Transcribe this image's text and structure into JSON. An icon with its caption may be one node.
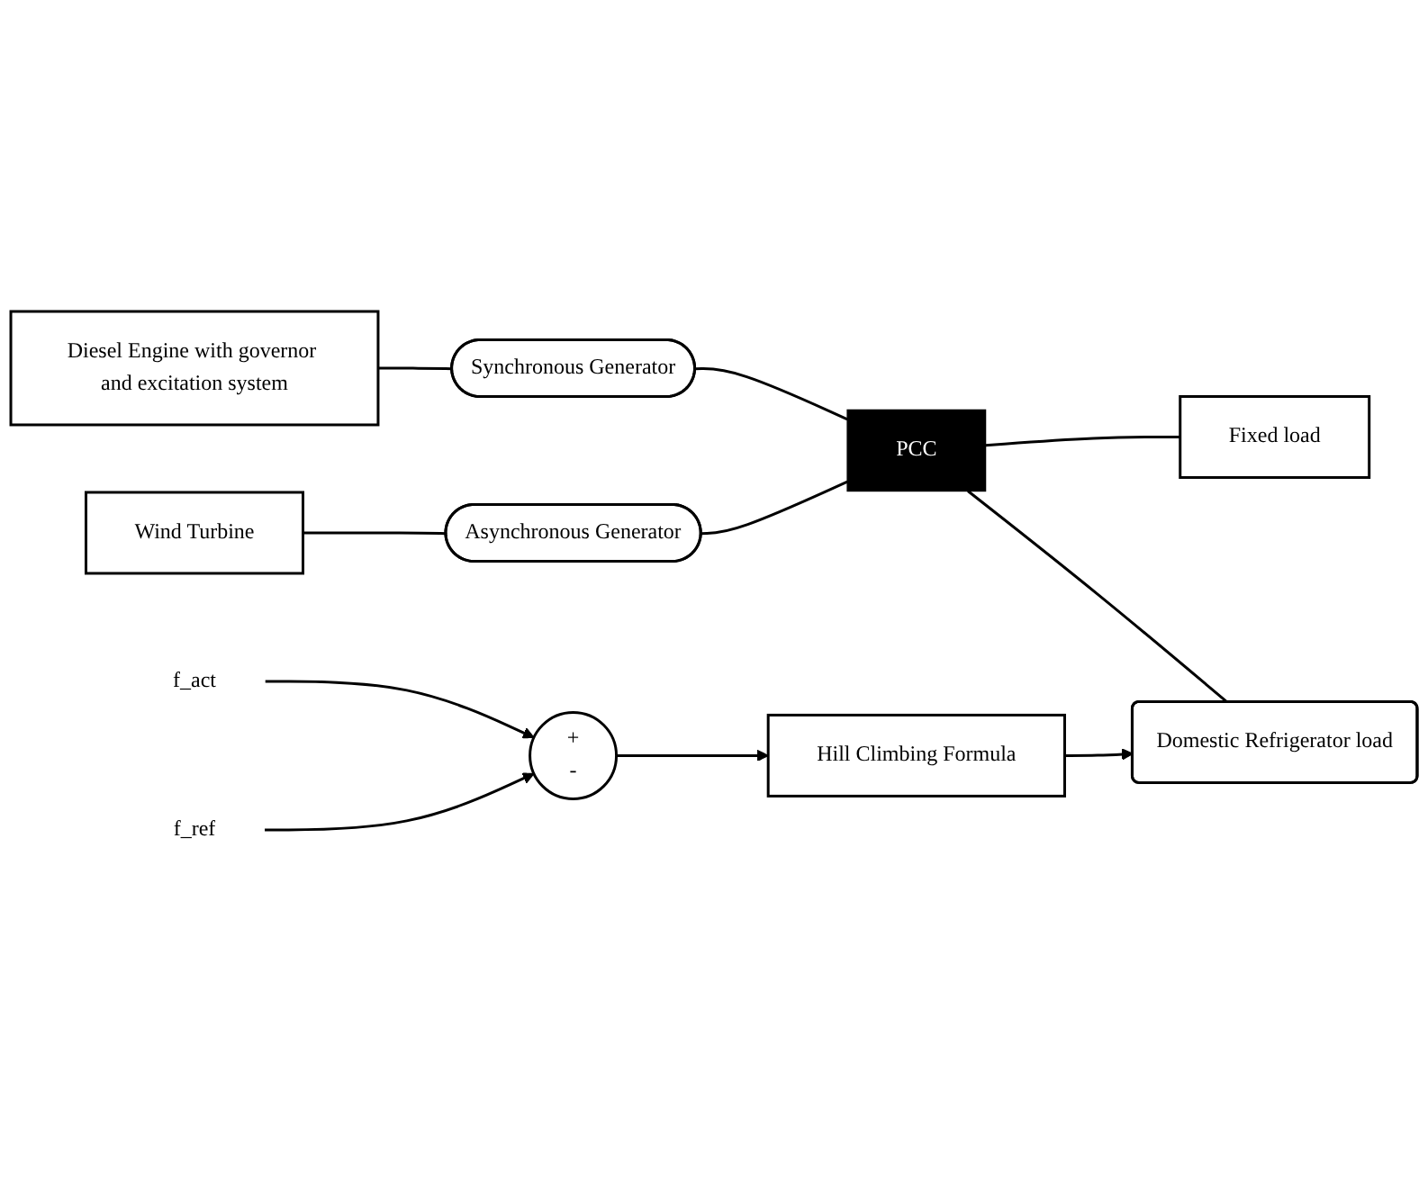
{
  "diagram": {
    "nodes": [
      {
        "text": [
          "PCC"
        ]
      },
      {
        "text": [
          "Diesel Engine with governor and excitation system"
        ]
      },
      {
        "text": [
          "Synchronous Generator"
        ]
      },
      {
        "text": [
          "Fixed load"
        ]
      },
      {
        "text": [
          "Wind Turbine"
        ]
      },
      {
        "text": [
          "Asynchronous Generator"
        ]
      },
      {
        "text": [
          "Domestic Refrigerator load"
        ]
      },
      {
        "text": [
          "f_act"
        ]
      },
      {
        "text": [
          "+",
          "-"
        ]
      },
      {
        "text": [
          "f_ref"
        ]
      },
      {
        "text": [
          "Hill Climbing Formula"
        ]
      }
    ],
    "edges": [
      {
        "from": 1,
        "to": 2,
        "arrow": "none"
      },
      {
        "from": 2,
        "to": 0,
        "arrow": "none"
      },
      {
        "from": 0,
        "to": 3,
        "arrow": "none"
      },
      {
        "from": 4,
        "to": 5,
        "arrow": "none"
      },
      {
        "from": 5,
        "to": 0,
        "arrow": "none"
      },
      {
        "from": 0,
        "to": 6,
        "arrow": "none"
      },
      {
        "from": 7,
        "to": 8,
        "arrow": "to"
      },
      {
        "from": 9,
        "to": 8,
        "arrow": "to"
      },
      {
        "from": 8,
        "to": 10,
        "arrow": "to"
      },
      {
        "from": 10,
        "to": 6,
        "arrow": "to"
      }
    ]
  }
}
